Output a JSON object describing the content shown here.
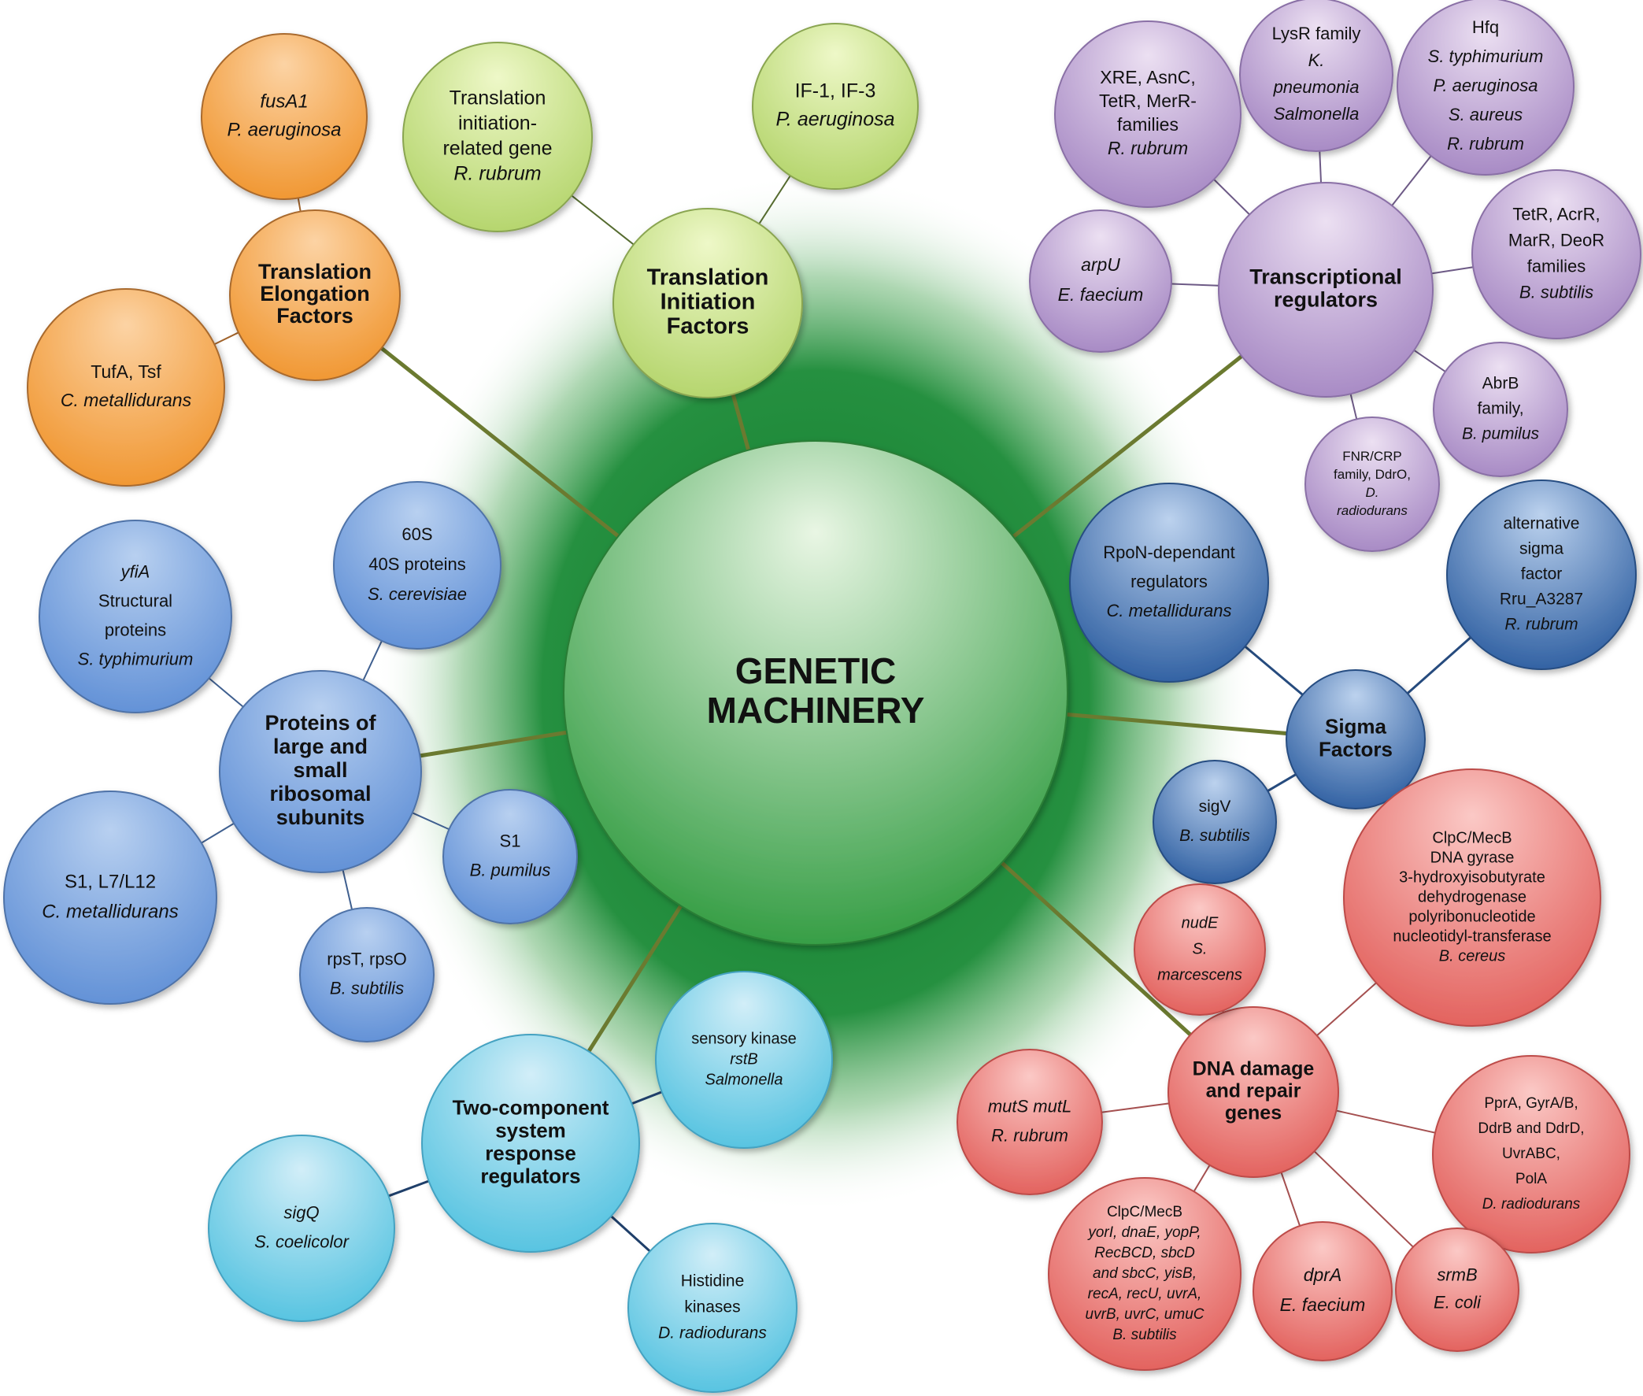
{
  "center": {
    "lines": [
      "GENETIC",
      "MACHINERY"
    ]
  },
  "palettes": {
    "orange": {
      "light": "#fcd3a4",
      "dark": "#f0952e",
      "edge": "#a96a2e",
      "line": "#a0622a"
    },
    "green": {
      "light": "#eef8c8",
      "dark": "#b3d46a",
      "edge": "#8aa551",
      "line": "#556b2f"
    },
    "purple": {
      "light": "#ece0f2",
      "dark": "#a587c3",
      "edge": "#8a70a6",
      "line": "#6d5a86"
    },
    "blue": {
      "light": "#b8d0f0",
      "dark": "#5f8fd6",
      "edge": "#4f73a8",
      "line": "#3f5f8f"
    },
    "navy": {
      "light": "#bcd2ee",
      "dark": "#2c5da0",
      "edge": "#284d82",
      "line": "#264b7e"
    },
    "cyan": {
      "light": "#d2eef8",
      "dark": "#52c2e0",
      "edge": "#45a2c1",
      "line": "#1f3f6a"
    },
    "red": {
      "light": "#fbc9c6",
      "dark": "#e25e5a",
      "edge": "#bd4c48",
      "line": "#a55050"
    },
    "center": {
      "light": "#e9f6e4",
      "dark": "#2e9a3e",
      "edge": "#2a7d36"
    },
    "trunk": "#6b7a30"
  },
  "hubs": [
    {
      "id": "elong",
      "color": "orange",
      "lines": [
        {
          "t": "Translation",
          "s": "b"
        },
        {
          "t": "Elongation",
          "s": "b"
        },
        {
          "t": "Factors",
          "s": "b"
        }
      ]
    },
    {
      "id": "init",
      "color": "green",
      "lines": [
        {
          "t": "Translation",
          "s": "b"
        },
        {
          "t": "Initiation",
          "s": "b"
        },
        {
          "t": "Factors",
          "s": "b"
        }
      ]
    },
    {
      "id": "trans",
      "color": "purple",
      "lines": [
        {
          "t": "Transcriptional",
          "s": "b"
        },
        {
          "t": "regulators",
          "s": "b"
        }
      ]
    },
    {
      "id": "ribo",
      "color": "blue",
      "lines": [
        {
          "t": "Proteins of",
          "s": "b"
        },
        {
          "t": "large and",
          "s": "b"
        },
        {
          "t": "small",
          "s": "b"
        },
        {
          "t": "ribosomal",
          "s": "b"
        },
        {
          "t": "subunits",
          "s": "b"
        }
      ]
    },
    {
      "id": "sigma",
      "color": "navy",
      "lines": [
        {
          "t": "Sigma",
          "s": "b"
        },
        {
          "t": "Factors",
          "s": "b"
        }
      ]
    },
    {
      "id": "twocomp",
      "color": "cyan",
      "lines": [
        {
          "t": "Two-component",
          "s": "b"
        },
        {
          "t": "system",
          "s": "b"
        },
        {
          "t": "response",
          "s": "b"
        },
        {
          "t": "regulators",
          "s": "b"
        }
      ]
    },
    {
      "id": "dna",
      "color": "red",
      "lines": [
        {
          "t": "DNA damage",
          "s": "b"
        },
        {
          "t": "and repair",
          "s": "b"
        },
        {
          "t": "genes",
          "s": "b"
        }
      ]
    }
  ],
  "leaves": [
    {
      "id": "fusA1",
      "hub": "elong",
      "color": "orange",
      "lines": [
        {
          "t": "fusA1",
          "s": "i"
        },
        {
          "t": "P. aeruginosa",
          "s": "i"
        }
      ]
    },
    {
      "id": "tufA",
      "hub": "elong",
      "color": "orange",
      "lines": [
        {
          "t": "TufA, Tsf",
          "s": "n"
        },
        {
          "t": "C. metallidurans",
          "s": "i"
        }
      ]
    },
    {
      "id": "tirg",
      "hub": "init",
      "color": "green",
      "lines": [
        {
          "t": "Translation",
          "s": "n"
        },
        {
          "t": "initiation-",
          "s": "n"
        },
        {
          "t": "related gene",
          "s": "n"
        },
        {
          "t": "R. rubrum",
          "s": "i"
        }
      ]
    },
    {
      "id": "if13",
      "hub": "init",
      "color": "green",
      "lines": [
        {
          "t": "IF-1, IF-3",
          "s": "n"
        },
        {
          "t": "P. aeruginosa",
          "s": "i"
        }
      ]
    },
    {
      "id": "xre",
      "hub": "trans",
      "color": "purple",
      "lines": [
        {
          "t": "XRE, AsnC,",
          "s": "n"
        },
        {
          "t": "TetR, MerR-",
          "s": "n"
        },
        {
          "t": "families",
          "s": "n"
        },
        {
          "t": "R. rubrum",
          "s": "i"
        }
      ]
    },
    {
      "id": "lysr",
      "hub": "trans",
      "color": "purple",
      "lines": [
        {
          "t": "LysR family",
          "s": "n"
        },
        {
          "t": "K.",
          "s": "i"
        },
        {
          "t": "pneumonia",
          "s": "i"
        },
        {
          "t": "Salmonella",
          "s": "i"
        }
      ]
    },
    {
      "id": "hfq",
      "hub": "trans",
      "color": "purple",
      "lines": [
        {
          "t": "Hfq",
          "s": "n"
        },
        {
          "t": "S. typhimurium",
          "s": "i"
        },
        {
          "t": "P. aeruginosa",
          "s": "i"
        },
        {
          "t": "S. aureus",
          "s": "i"
        },
        {
          "t": "R. rubrum",
          "s": "i"
        }
      ]
    },
    {
      "id": "arpu",
      "hub": "trans",
      "color": "purple",
      "lines": [
        {
          "t": "arpU",
          "s": "i"
        },
        {
          "t": "E. faecium",
          "s": "i"
        }
      ]
    },
    {
      "id": "tetr",
      "hub": "trans",
      "color": "purple",
      "lines": [
        {
          "t": "TetR, AcrR,",
          "s": "n"
        },
        {
          "t": "MarR, DeoR",
          "s": "n"
        },
        {
          "t": "families",
          "s": "n"
        },
        {
          "t": "B. subtilis",
          "s": "i"
        }
      ]
    },
    {
      "id": "abrb",
      "hub": "trans",
      "color": "purple",
      "lines": [
        {
          "t": "AbrB",
          "s": "n"
        },
        {
          "t": "family,",
          "s": "n"
        },
        {
          "t": "B. pumilus",
          "s": "i"
        }
      ]
    },
    {
      "id": "fnr",
      "hub": "trans",
      "color": "purple",
      "lines": [
        {
          "t": "FNR/CRP",
          "s": "n"
        },
        {
          "t": "family, DdrO,",
          "s": "n"
        },
        {
          "t": "D.",
          "s": "i"
        },
        {
          "t": "radiodurans",
          "s": "i"
        }
      ]
    },
    {
      "id": "s60",
      "hub": "ribo",
      "color": "blue",
      "lines": [
        {
          "t": "60S",
          "s": "n"
        },
        {
          "t": "40S proteins",
          "s": "n"
        },
        {
          "t": "S. cerevisiae",
          "s": "i"
        }
      ]
    },
    {
      "id": "yfia",
      "hub": "ribo",
      "color": "blue",
      "lines": [
        {
          "t": "yfiA",
          "s": "i"
        },
        {
          "t": "Structural",
          "s": "n"
        },
        {
          "t": "proteins",
          "s": "n"
        },
        {
          "t": "S. typhimurium",
          "s": "i"
        }
      ]
    },
    {
      "id": "s1l7",
      "hub": "ribo",
      "color": "blue",
      "lines": [
        {
          "t": "S1, L7/L12",
          "s": "n"
        },
        {
          "t": "C. metallidurans",
          "s": "i"
        }
      ]
    },
    {
      "id": "s1bp",
      "hub": "ribo",
      "color": "blue",
      "lines": [
        {
          "t": "S1",
          "s": "n"
        },
        {
          "t": "B. pumilus",
          "s": "i"
        }
      ]
    },
    {
      "id": "rpst",
      "hub": "ribo",
      "color": "blue",
      "lines": [
        {
          "t": "rpsT, rpsO",
          "s": "n"
        },
        {
          "t": "B. subtilis",
          "s": "i"
        }
      ]
    },
    {
      "id": "rpon",
      "hub": "sigma",
      "color": "navy",
      "lines": [
        {
          "t": "RpoN-dependant",
          "s": "n"
        },
        {
          "t": "regulators",
          "s": "n"
        },
        {
          "t": "C. metallidurans",
          "s": "i"
        }
      ]
    },
    {
      "id": "alts",
      "hub": "sigma",
      "color": "navy",
      "lines": [
        {
          "t": "alternative",
          "s": "n"
        },
        {
          "t": "sigma",
          "s": "n"
        },
        {
          "t": "factor",
          "s": "n"
        },
        {
          "t": "Rru_A3287",
          "s": "n"
        },
        {
          "t": "R. rubrum",
          "s": "i"
        }
      ]
    },
    {
      "id": "sigv",
      "hub": "sigma",
      "color": "navy",
      "lines": [
        {
          "t": "sigV",
          "s": "n"
        },
        {
          "t": "B. subtilis",
          "s": "i"
        }
      ]
    },
    {
      "id": "rstb",
      "hub": "twocomp",
      "color": "cyan",
      "lines": [
        {
          "t": "sensory kinase",
          "s": "n"
        },
        {
          "t": "rstB",
          "s": "i"
        },
        {
          "t": "Salmonella",
          "s": "i"
        }
      ]
    },
    {
      "id": "sigq",
      "hub": "twocomp",
      "color": "cyan",
      "lines": [
        {
          "t": "sigQ",
          "s": "i"
        },
        {
          "t": "S. coelicolor",
          "s": "i"
        }
      ]
    },
    {
      "id": "hist",
      "hub": "twocomp",
      "color": "cyan",
      "lines": [
        {
          "t": "Histidine",
          "s": "n"
        },
        {
          "t": "kinases",
          "s": "n"
        },
        {
          "t": "D. radiodurans",
          "s": "i"
        }
      ]
    },
    {
      "id": "clpc1",
      "hub": "dna",
      "color": "red",
      "lines": [
        {
          "t": "ClpC/MecB",
          "s": "n"
        },
        {
          "t": "DNA gyrase",
          "s": "n"
        },
        {
          "t": "3-hydroxyisobutyrate",
          "s": "n"
        },
        {
          "t": "dehydrogenase",
          "s": "n"
        },
        {
          "t": "polyribonucleotide",
          "s": "n"
        },
        {
          "t": "nucleotidyl-transferase",
          "s": "n"
        },
        {
          "t": "B. cereus",
          "s": "i"
        }
      ]
    },
    {
      "id": "nude",
      "hub": "dna",
      "color": "red",
      "lines": [
        {
          "t": "nudE",
          "s": "i"
        },
        {
          "t": "S.",
          "s": "i"
        },
        {
          "t": "marcescens",
          "s": "i"
        }
      ]
    },
    {
      "id": "muts",
      "hub": "dna",
      "color": "red",
      "lines": [
        {
          "t": "mutS  mutL",
          "s": "i"
        },
        {
          "t": "R. rubrum",
          "s": "i"
        }
      ]
    },
    {
      "id": "ppra",
      "hub": "dna",
      "color": "red",
      "lines": [
        {
          "t": "PprA, GyrA/B,",
          "s": "n"
        },
        {
          "t": "DdrB and DdrD,",
          "s": "n"
        },
        {
          "t": "UvrABC,",
          "s": "n"
        },
        {
          "t": "PolA",
          "s": "n"
        },
        {
          "t": "D. radiodurans",
          "s": "i"
        }
      ]
    },
    {
      "id": "clpc2",
      "hub": "dna",
      "color": "red",
      "lines": [
        {
          "t": "ClpC/MecB",
          "s": "n"
        },
        {
          "t": "yorI, dnaE, yopP,",
          "s": "i"
        },
        {
          "t": "RecBCD, sbcD",
          "s": "i"
        },
        {
          "t": "and sbcC, yisB,",
          "s": "i"
        },
        {
          "t": "recA, recU, uvrA,",
          "s": "i"
        },
        {
          "t": "uvrB, uvrC, umuC",
          "s": "i"
        },
        {
          "t": "B. subtilis",
          "s": "i"
        }
      ]
    },
    {
      "id": "dpra",
      "hub": "dna",
      "color": "red",
      "lines": [
        {
          "t": "dprA",
          "s": "i"
        },
        {
          "t": "E. faecium",
          "s": "i"
        }
      ]
    },
    {
      "id": "srmb",
      "hub": "dna",
      "color": "red",
      "lines": [
        {
          "t": "srmB",
          "s": "i"
        },
        {
          "t": "E. coli",
          "s": "i"
        }
      ]
    }
  ]
}
